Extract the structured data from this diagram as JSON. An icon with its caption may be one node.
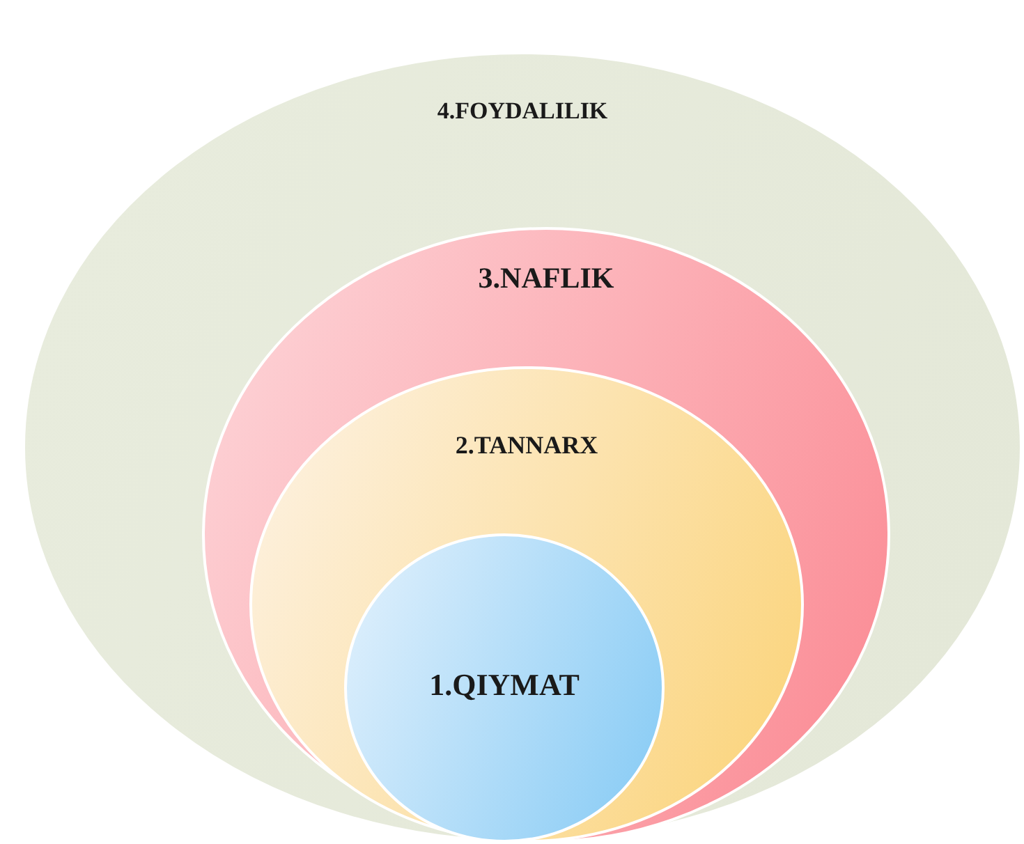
{
  "diagram": {
    "nodes": [
      {
        "text": [
          "4.FOYDALILIK"
        ]
      },
      {
        "text": [
          "3.NAFLIK"
        ],
        "in": 0
      },
      {
        "text": [
          "2.TANNARX"
        ],
        "in": 1
      },
      {
        "text": [
          "1.QIYMAT"
        ],
        "in": 2
      }
    ]
  }
}
